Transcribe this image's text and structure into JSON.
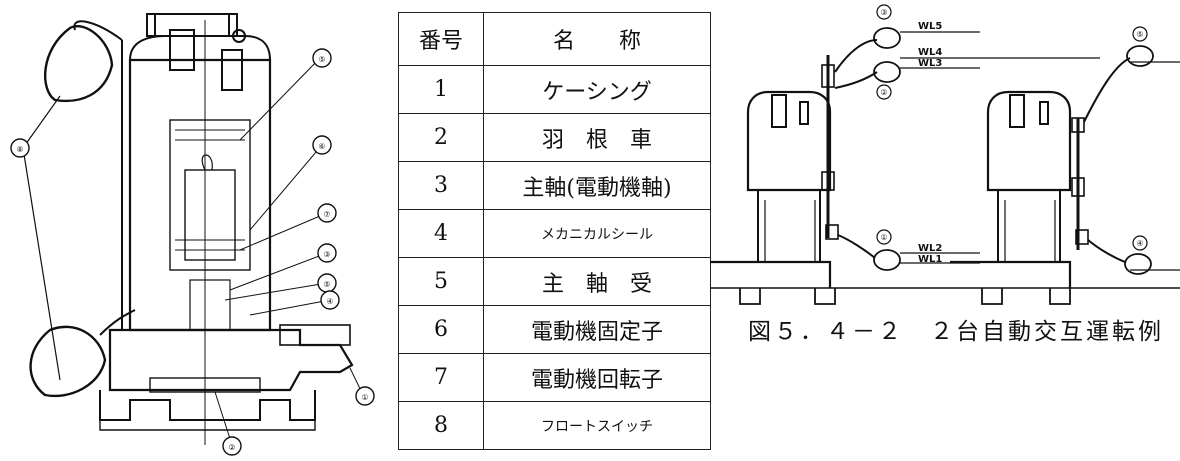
{
  "pump_callouts": [
    "⑤",
    "⑥",
    "⑦",
    "③",
    "⑤",
    "④",
    "①",
    "②",
    "⑧"
  ],
  "table": {
    "header": {
      "number": "番号",
      "name": "名　　称"
    },
    "rows": [
      {
        "no": "1",
        "name": "ケーシング"
      },
      {
        "no": "2",
        "name": "羽根車"
      },
      {
        "no": "3",
        "name": "主軸(電動機軸)"
      },
      {
        "no": "4",
        "name": "メカニカルシール"
      },
      {
        "no": "5",
        "name": "主軸受"
      },
      {
        "no": "6",
        "name": "電動機固定子"
      },
      {
        "no": "7",
        "name": "電動機回転子"
      },
      {
        "no": "8",
        "name": "フロートスイッチ"
      }
    ]
  },
  "diagram": {
    "float_labels": [
      "③",
      "②",
      "①",
      "⑤",
      "④"
    ],
    "water_levels": [
      "WL5",
      "WL4",
      "WL3",
      "WL2",
      "WL1"
    ]
  },
  "caption": "図５．４－２　２台自動交互運転例"
}
